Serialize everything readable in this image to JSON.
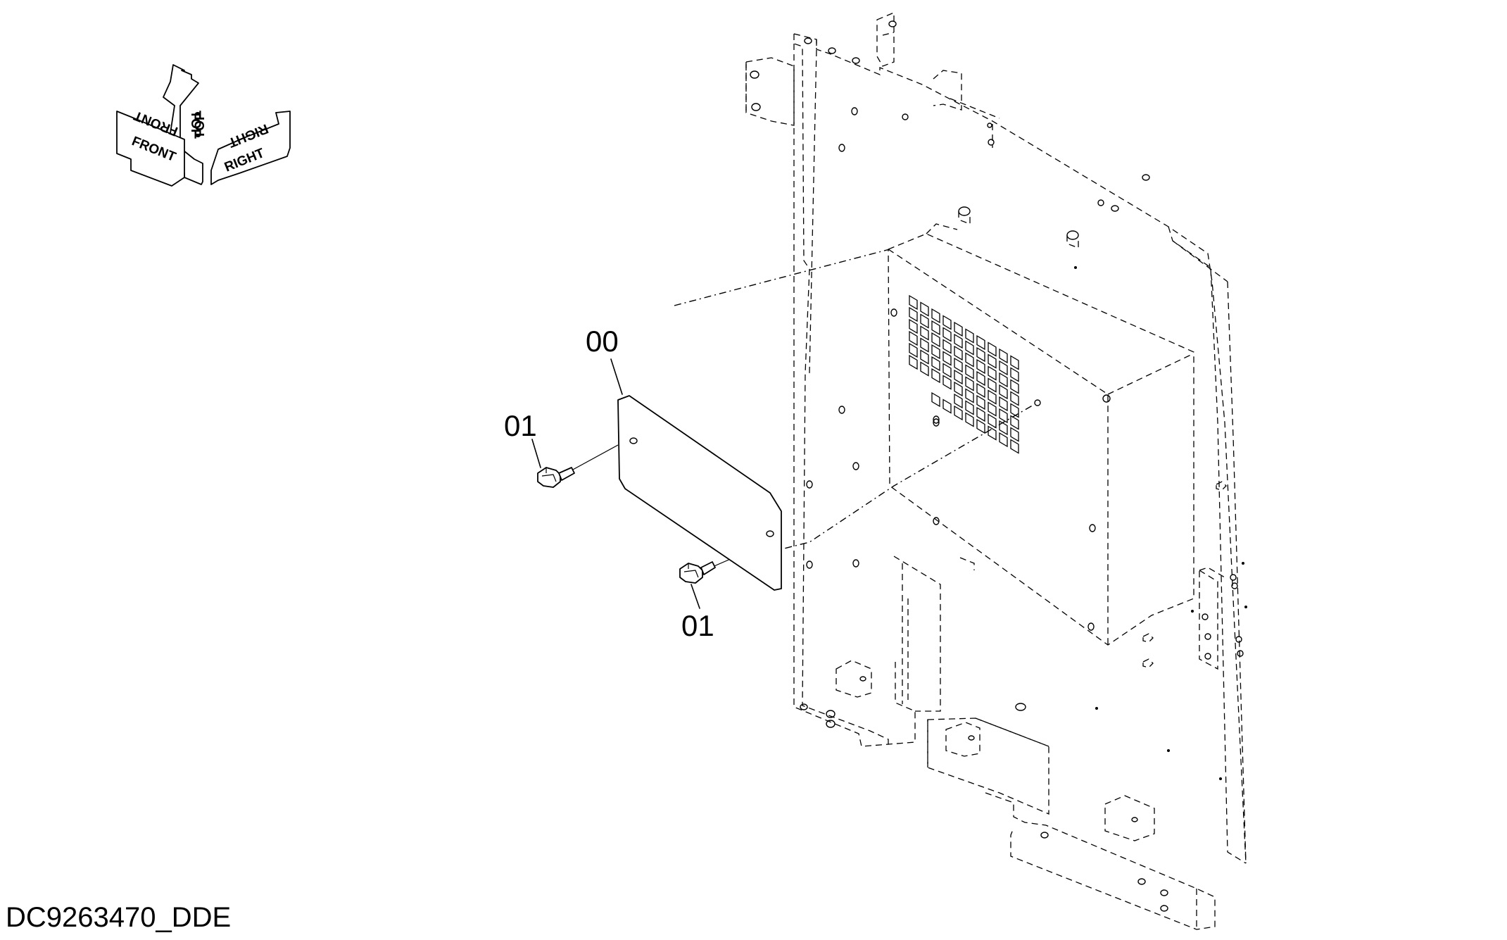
{
  "diagram": {
    "document_id": "DC9263470_DDE",
    "orientation": {
      "front": "FRONT",
      "top": "TOP",
      "right": "RIGHT"
    },
    "callouts": [
      {
        "label": "00"
      },
      {
        "label": "01"
      },
      {
        "label": "01"
      }
    ]
  }
}
